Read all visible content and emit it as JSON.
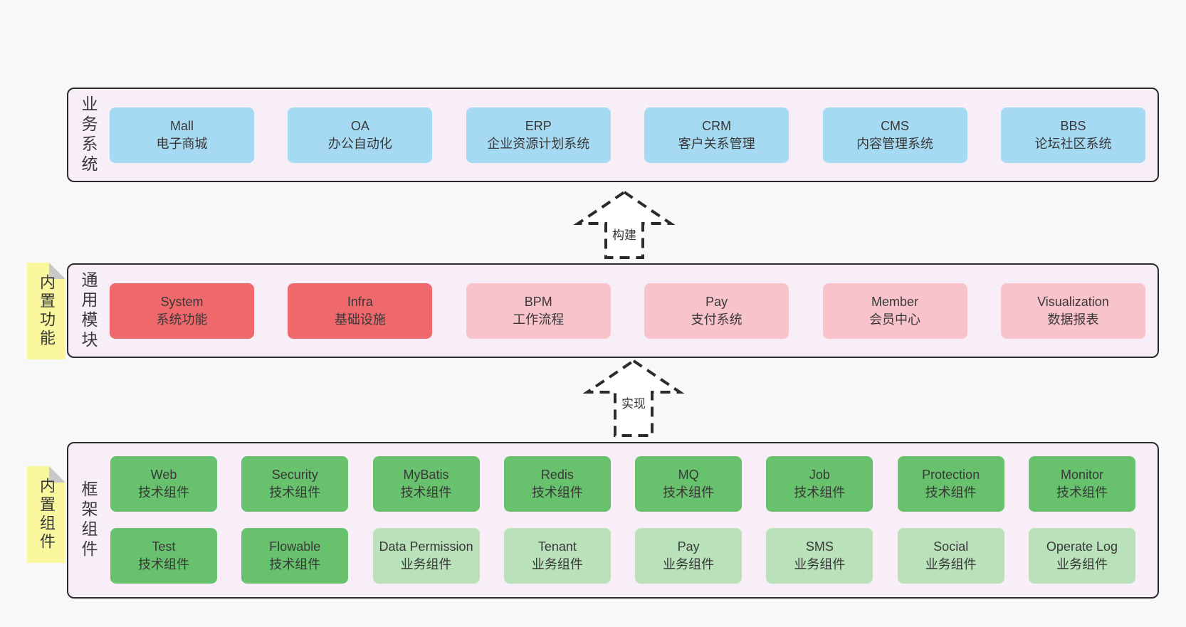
{
  "colors": {
    "page_bg": "#f8f8f8",
    "band_bg": "#f8eef7",
    "line": "#2b2b2b",
    "text": "#383838",
    "blue": "#a6daf3",
    "red": "#ef686c",
    "pink": "#f9c3cb",
    "green": "#68c26d",
    "lightgreen": "#b9e2bb",
    "sticky": "#faf79e",
    "sticky_fold": "#c9c9c9"
  },
  "bands": [
    {
      "label": "业务系统",
      "sticky": "",
      "rows": [
        [
          {
            "title": "Mall",
            "subtitle": "电子商城",
            "variant": "blue"
          },
          {
            "title": "OA",
            "subtitle": "办公自动化",
            "variant": "blue"
          },
          {
            "title": "ERP",
            "subtitle": "企业资源计划系统",
            "variant": "blue"
          },
          {
            "title": "CRM",
            "subtitle": "客户关系管理",
            "variant": "blue"
          },
          {
            "title": "CMS",
            "subtitle": "内容管理系统",
            "variant": "blue"
          },
          {
            "title": "BBS",
            "subtitle": "论坛社区系统",
            "variant": "blue"
          }
        ]
      ]
    },
    {
      "label": "通用模块",
      "sticky": "内置功能",
      "rows": [
        [
          {
            "title": "System",
            "subtitle": "系统功能",
            "variant": "red"
          },
          {
            "title": "Infra",
            "subtitle": "基础设施",
            "variant": "red"
          },
          {
            "title": "BPM",
            "subtitle": "工作流程",
            "variant": "pink"
          },
          {
            "title": "Pay",
            "subtitle": "支付系统",
            "variant": "pink"
          },
          {
            "title": "Member",
            "subtitle": "会员中心",
            "variant": "pink"
          },
          {
            "title": "Visualization",
            "subtitle": "数据报表",
            "variant": "pink"
          }
        ]
      ]
    },
    {
      "label": "框架组件",
      "sticky": "内置组件",
      "rows": [
        [
          {
            "title": "Web",
            "subtitle": "技术组件",
            "variant": "green"
          },
          {
            "title": "Security",
            "subtitle": "技术组件",
            "variant": "green"
          },
          {
            "title": "MyBatis",
            "subtitle": "技术组件",
            "variant": "green"
          },
          {
            "title": "Redis",
            "subtitle": "技术组件",
            "variant": "green"
          },
          {
            "title": "MQ",
            "subtitle": "技术组件",
            "variant": "green"
          },
          {
            "title": "Job",
            "subtitle": "技术组件",
            "variant": "green"
          },
          {
            "title": "Protection",
            "subtitle": "技术组件",
            "variant": "green"
          },
          {
            "title": "Monitor",
            "subtitle": "技术组件",
            "variant": "green"
          }
        ],
        [
          {
            "title": "Test",
            "subtitle": "技术组件",
            "variant": "green"
          },
          {
            "title": "Flowable",
            "subtitle": "技术组件",
            "variant": "green"
          },
          {
            "title": "Data Permission",
            "subtitle": "业务组件",
            "variant": "lightgreen"
          },
          {
            "title": "Tenant",
            "subtitle": "业务组件",
            "variant": "lightgreen"
          },
          {
            "title": "Pay",
            "subtitle": "业务组件",
            "variant": "lightgreen"
          },
          {
            "title": "SMS",
            "subtitle": "业务组件",
            "variant": "lightgreen"
          },
          {
            "title": "Social",
            "subtitle": "业务组件",
            "variant": "lightgreen"
          },
          {
            "title": "Operate Log",
            "subtitle": "业务组件",
            "variant": "lightgreen"
          }
        ]
      ]
    }
  ],
  "arrows": [
    {
      "label": "构建"
    },
    {
      "label": "实现"
    }
  ]
}
